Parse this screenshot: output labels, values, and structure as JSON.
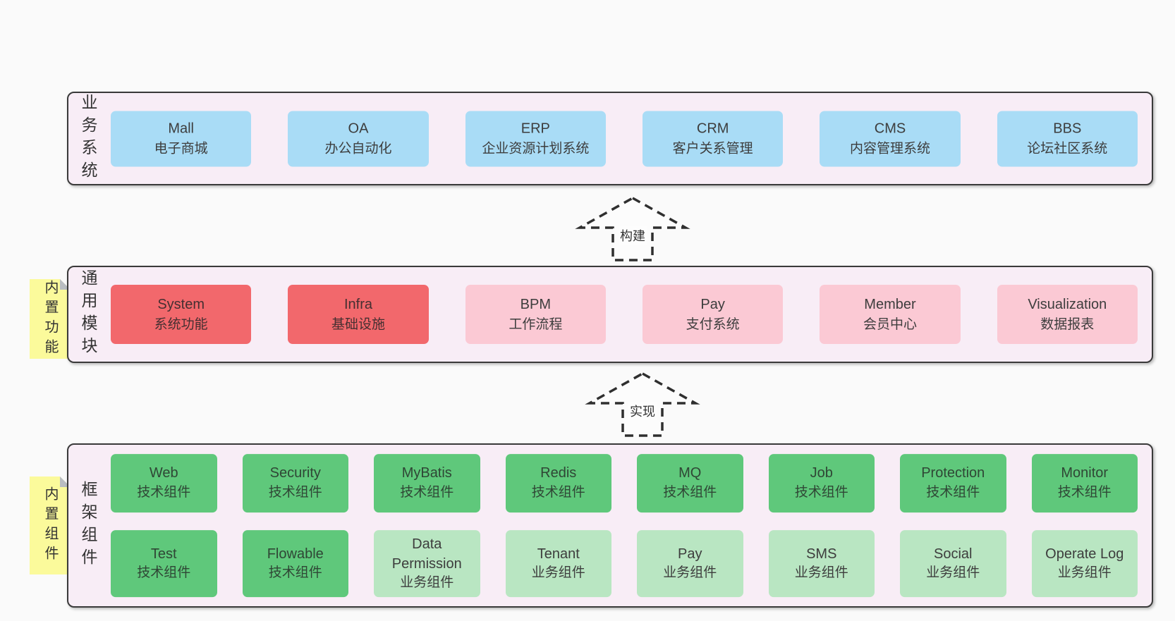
{
  "colors": {
    "page": "#fafafa",
    "container": "#f8edf6",
    "border": "#3a3a3a",
    "text": "#3d3d3d",
    "blue": "#a9dcf6",
    "red": "#f2686c",
    "pink": "#fbc9d4",
    "green": "#5fc87b",
    "lightgreen": "#b9e6c2",
    "sticky": "#fbfa9b",
    "fold": "#b9bdc2"
  },
  "layers": [
    {
      "id": "business-systems",
      "side_label": "业务系统",
      "sticky": null,
      "boxes": [
        {
          "name": "Mall",
          "desc": "电子商城",
          "variant": "blue"
        },
        {
          "name": "OA",
          "desc": "办公自动化",
          "variant": "blue"
        },
        {
          "name": "ERP",
          "desc": "企业资源计划系统",
          "variant": "blue"
        },
        {
          "name": "CRM",
          "desc": "客户关系管理",
          "variant": "blue"
        },
        {
          "name": "CMS",
          "desc": "内容管理系统",
          "variant": "blue"
        },
        {
          "name": "BBS",
          "desc": "论坛社区系统",
          "variant": "blue"
        }
      ]
    },
    {
      "id": "common-modules",
      "side_label": "通用模块",
      "sticky": "内置功能",
      "boxes": [
        {
          "name": "System",
          "desc": "系统功能",
          "variant": "red"
        },
        {
          "name": "Infra",
          "desc": "基础设施",
          "variant": "red"
        },
        {
          "name": "BPM",
          "desc": "工作流程",
          "variant": "pink"
        },
        {
          "name": "Pay",
          "desc": "支付系统",
          "variant": "pink"
        },
        {
          "name": "Member",
          "desc": "会员中心",
          "variant": "pink"
        },
        {
          "name": "Visualization",
          "desc": "数据报表",
          "variant": "pink"
        }
      ]
    },
    {
      "id": "framework-components",
      "side_label": "框架组件",
      "sticky": "内置组件",
      "rows": [
        [
          {
            "name": "Web",
            "desc": "技术组件",
            "variant": "green"
          },
          {
            "name": "Security",
            "desc": "技术组件",
            "variant": "green"
          },
          {
            "name": "MyBatis",
            "desc": "技术组件",
            "variant": "green"
          },
          {
            "name": "Redis",
            "desc": "技术组件",
            "variant": "green"
          },
          {
            "name": "MQ",
            "desc": "技术组件",
            "variant": "green"
          },
          {
            "name": "Job",
            "desc": "技术组件",
            "variant": "green"
          },
          {
            "name": "Protection",
            "desc": "技术组件",
            "variant": "green"
          },
          {
            "name": "Monitor",
            "desc": "技术组件",
            "variant": "green"
          }
        ],
        [
          {
            "name": "Test",
            "desc": "技术组件",
            "variant": "green"
          },
          {
            "name": "Flowable",
            "desc": "技术组件",
            "variant": "green"
          },
          {
            "name": "Data Permission",
            "desc": "业务组件",
            "variant": "lightgreen"
          },
          {
            "name": "Tenant",
            "desc": "业务组件",
            "variant": "lightgreen"
          },
          {
            "name": "Pay",
            "desc": "业务组件",
            "variant": "lightgreen"
          },
          {
            "name": "SMS",
            "desc": "业务组件",
            "variant": "lightgreen"
          },
          {
            "name": "Social",
            "desc": "业务组件",
            "variant": "lightgreen"
          },
          {
            "name": "Operate Log",
            "desc": "业务组件",
            "variant": "lightgreen"
          }
        ]
      ]
    }
  ],
  "arrows": [
    {
      "label": "构建"
    },
    {
      "label": "实现"
    }
  ]
}
